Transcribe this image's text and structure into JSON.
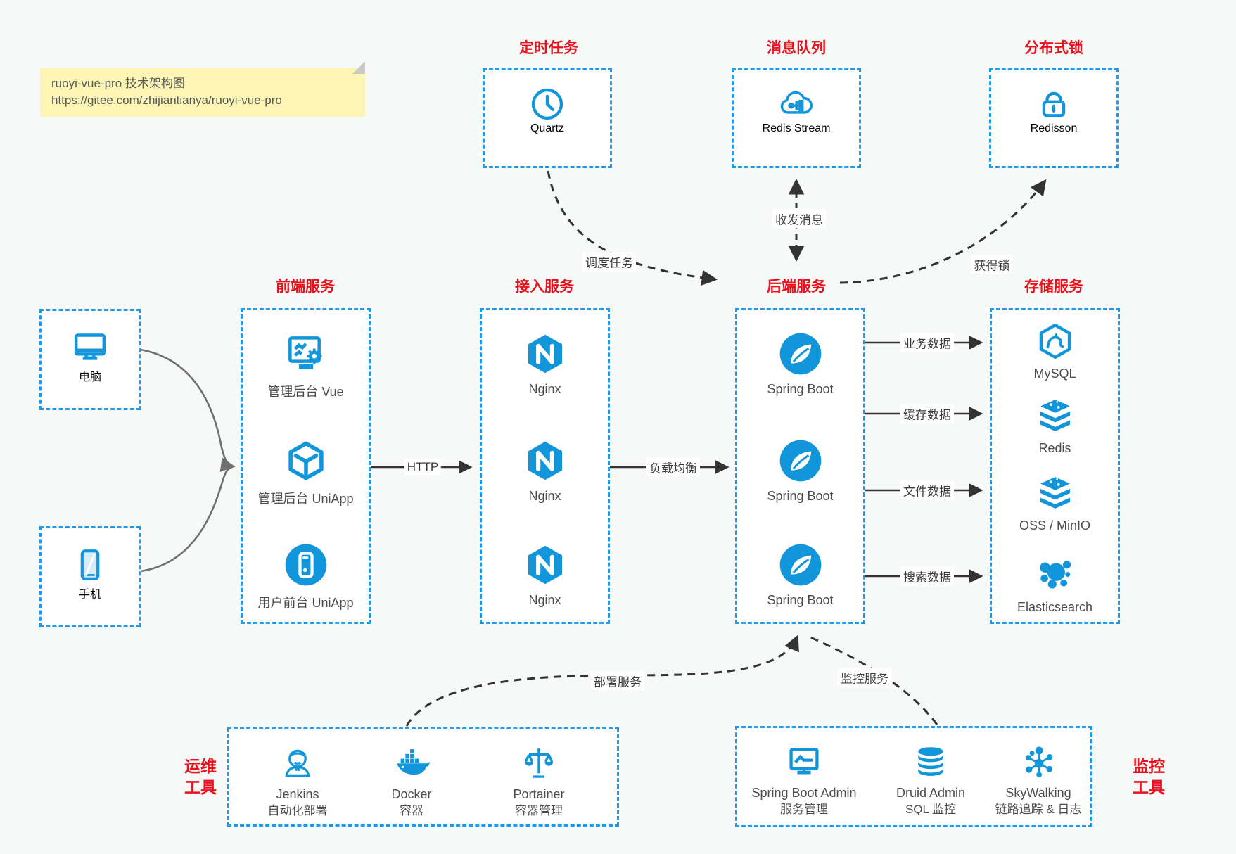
{
  "note": {
    "line1": "ruoyi-vue-pro 技术架构图",
    "line2": "https://gitee.com/zhijiantianya/ruoyi-vue-pro"
  },
  "colors": {
    "accent_blue": "#1296db",
    "border_blue": "#1e9aeb",
    "title_red": "#e8121d",
    "note_yellow": "#fcf5b4",
    "canvas_bg": "#f7f8f8",
    "arrow_dark": "#333333",
    "arrow_gray": "#6f6f6f"
  },
  "top_groups": [
    {
      "title": "定时任务",
      "item": {
        "icon": "clock-icon",
        "label": "Quartz"
      }
    },
    {
      "title": "消息队列",
      "item": {
        "icon": "cloud-queue-icon",
        "label": "Redis Stream"
      }
    },
    {
      "title": "分布式锁",
      "item": {
        "icon": "lock-icon",
        "label": "Redisson"
      }
    }
  ],
  "clients": [
    {
      "icon": "desktop-icon",
      "label": "电脑"
    },
    {
      "icon": "phone-icon",
      "label": "手机"
    }
  ],
  "columns": [
    {
      "title": "前端服务",
      "items": [
        {
          "icon": "admin-vue-icon",
          "label": "管理后台 Vue"
        },
        {
          "icon": "uniapp-cube-icon",
          "label": "管理后台 UniApp"
        },
        {
          "icon": "mobile-app-icon",
          "label": "用户前台 UniApp"
        }
      ]
    },
    {
      "title": "接入服务",
      "items": [
        {
          "icon": "nginx-icon",
          "label": "Nginx"
        },
        {
          "icon": "nginx-icon",
          "label": "Nginx"
        },
        {
          "icon": "nginx-icon",
          "label": "Nginx"
        }
      ]
    },
    {
      "title": "后端服务",
      "items": [
        {
          "icon": "spring-boot-icon",
          "label": "Spring Boot"
        },
        {
          "icon": "spring-boot-icon",
          "label": "Spring Boot"
        },
        {
          "icon": "spring-boot-icon",
          "label": "Spring Boot"
        }
      ]
    },
    {
      "title": "存储服务",
      "items": [
        {
          "icon": "mysql-icon",
          "label": "MySQL"
        },
        {
          "icon": "redis-icon",
          "label": "Redis"
        },
        {
          "icon": "storage-stack-icon",
          "label": "OSS / MinIO"
        },
        {
          "icon": "elasticsearch-icon",
          "label": "Elasticsearch"
        }
      ]
    }
  ],
  "bottom_groups": [
    {
      "side_label_line1": "运维",
      "side_label_line2": "工具",
      "items": [
        {
          "icon": "jenkins-icon",
          "label": "Jenkins",
          "sublabel": "自动化部署"
        },
        {
          "icon": "docker-icon",
          "label": "Docker",
          "sublabel": "容器"
        },
        {
          "icon": "portainer-icon",
          "label": "Portainer",
          "sublabel": "容器管理"
        }
      ]
    },
    {
      "side_label_line1": "监控",
      "side_label_line2": "工具",
      "items": [
        {
          "icon": "monitor-chart-icon",
          "label": "Spring Boot Admin",
          "sublabel": "服务管理"
        },
        {
          "icon": "database-icon",
          "label": "Druid Admin",
          "sublabel": "SQL 监控"
        },
        {
          "icon": "skywalking-icon",
          "label": "SkyWalking",
          "sublabel": "链路追踪 & 日志"
        }
      ]
    }
  ],
  "edges": {
    "http": "HTTP",
    "load_balance": "负载均衡",
    "schedule": "调度任务",
    "message": "收发消息",
    "lock": "获得锁",
    "business": "业务数据",
    "cache": "缓存数据",
    "file": "文件数据",
    "search": "搜索数据",
    "deploy": "部署服务",
    "monitor": "监控服务"
  }
}
